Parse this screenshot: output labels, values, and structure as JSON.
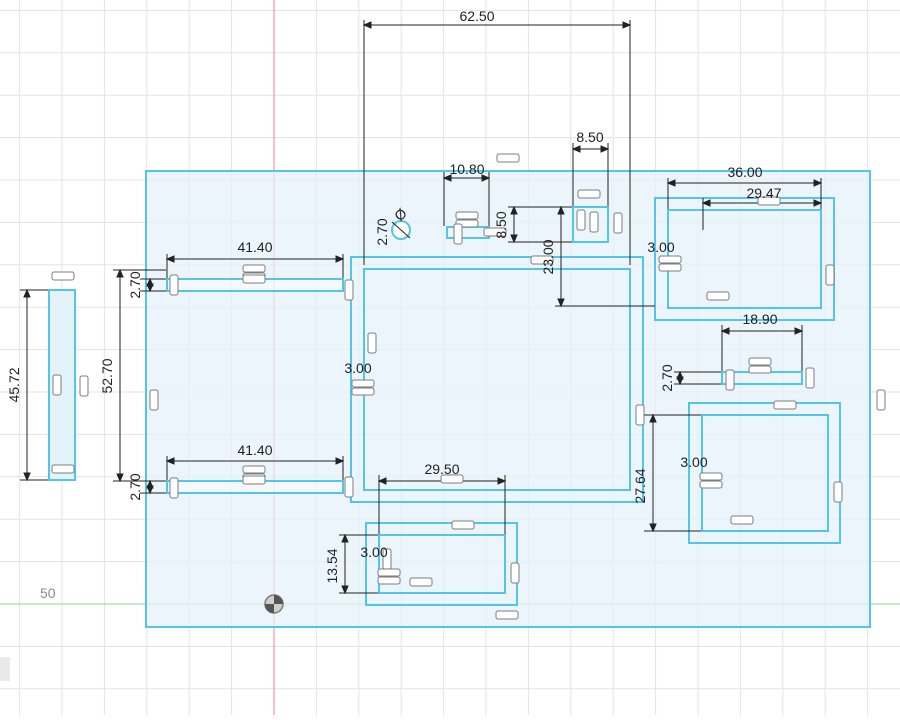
{
  "colors": {
    "background": "#ffffff",
    "grid": "#e3e3e3",
    "grid_major": "#d2d2d2",
    "sketch_fill": "#e4f2fa",
    "sketch_line": "#54c5e6",
    "dimension_line": "#222222",
    "y_axis": "#f08080",
    "x_axis": "#8ed58e"
  },
  "axis": {
    "grid_label": "50"
  },
  "dimensions": {
    "overall_width": "62.50",
    "slot_top_width": "41.40",
    "slot_bottom_width": "41.40",
    "slot_top_height": "2.70",
    "slot_bottom_height": "2.70",
    "slots_spacing": "52.70",
    "side_bar_height": "45.72",
    "small_slot_width": "10.80",
    "circle_diameter": "2.70",
    "small_square_width": "8.50",
    "small_square_height": "8.50",
    "center_offset": "23.00",
    "main_pocket_wall": "3.00",
    "tr_outer_width": "36.00",
    "tr_inner_width": "29.47",
    "tr_wall": "3.00",
    "right_slot_width": "18.90",
    "right_slot_height": "2.70",
    "br_wall": "3.00",
    "br_height": "27.64",
    "bottom_width": "29.50",
    "bottom_height": "13.54",
    "bottom_wall": "3.00"
  }
}
